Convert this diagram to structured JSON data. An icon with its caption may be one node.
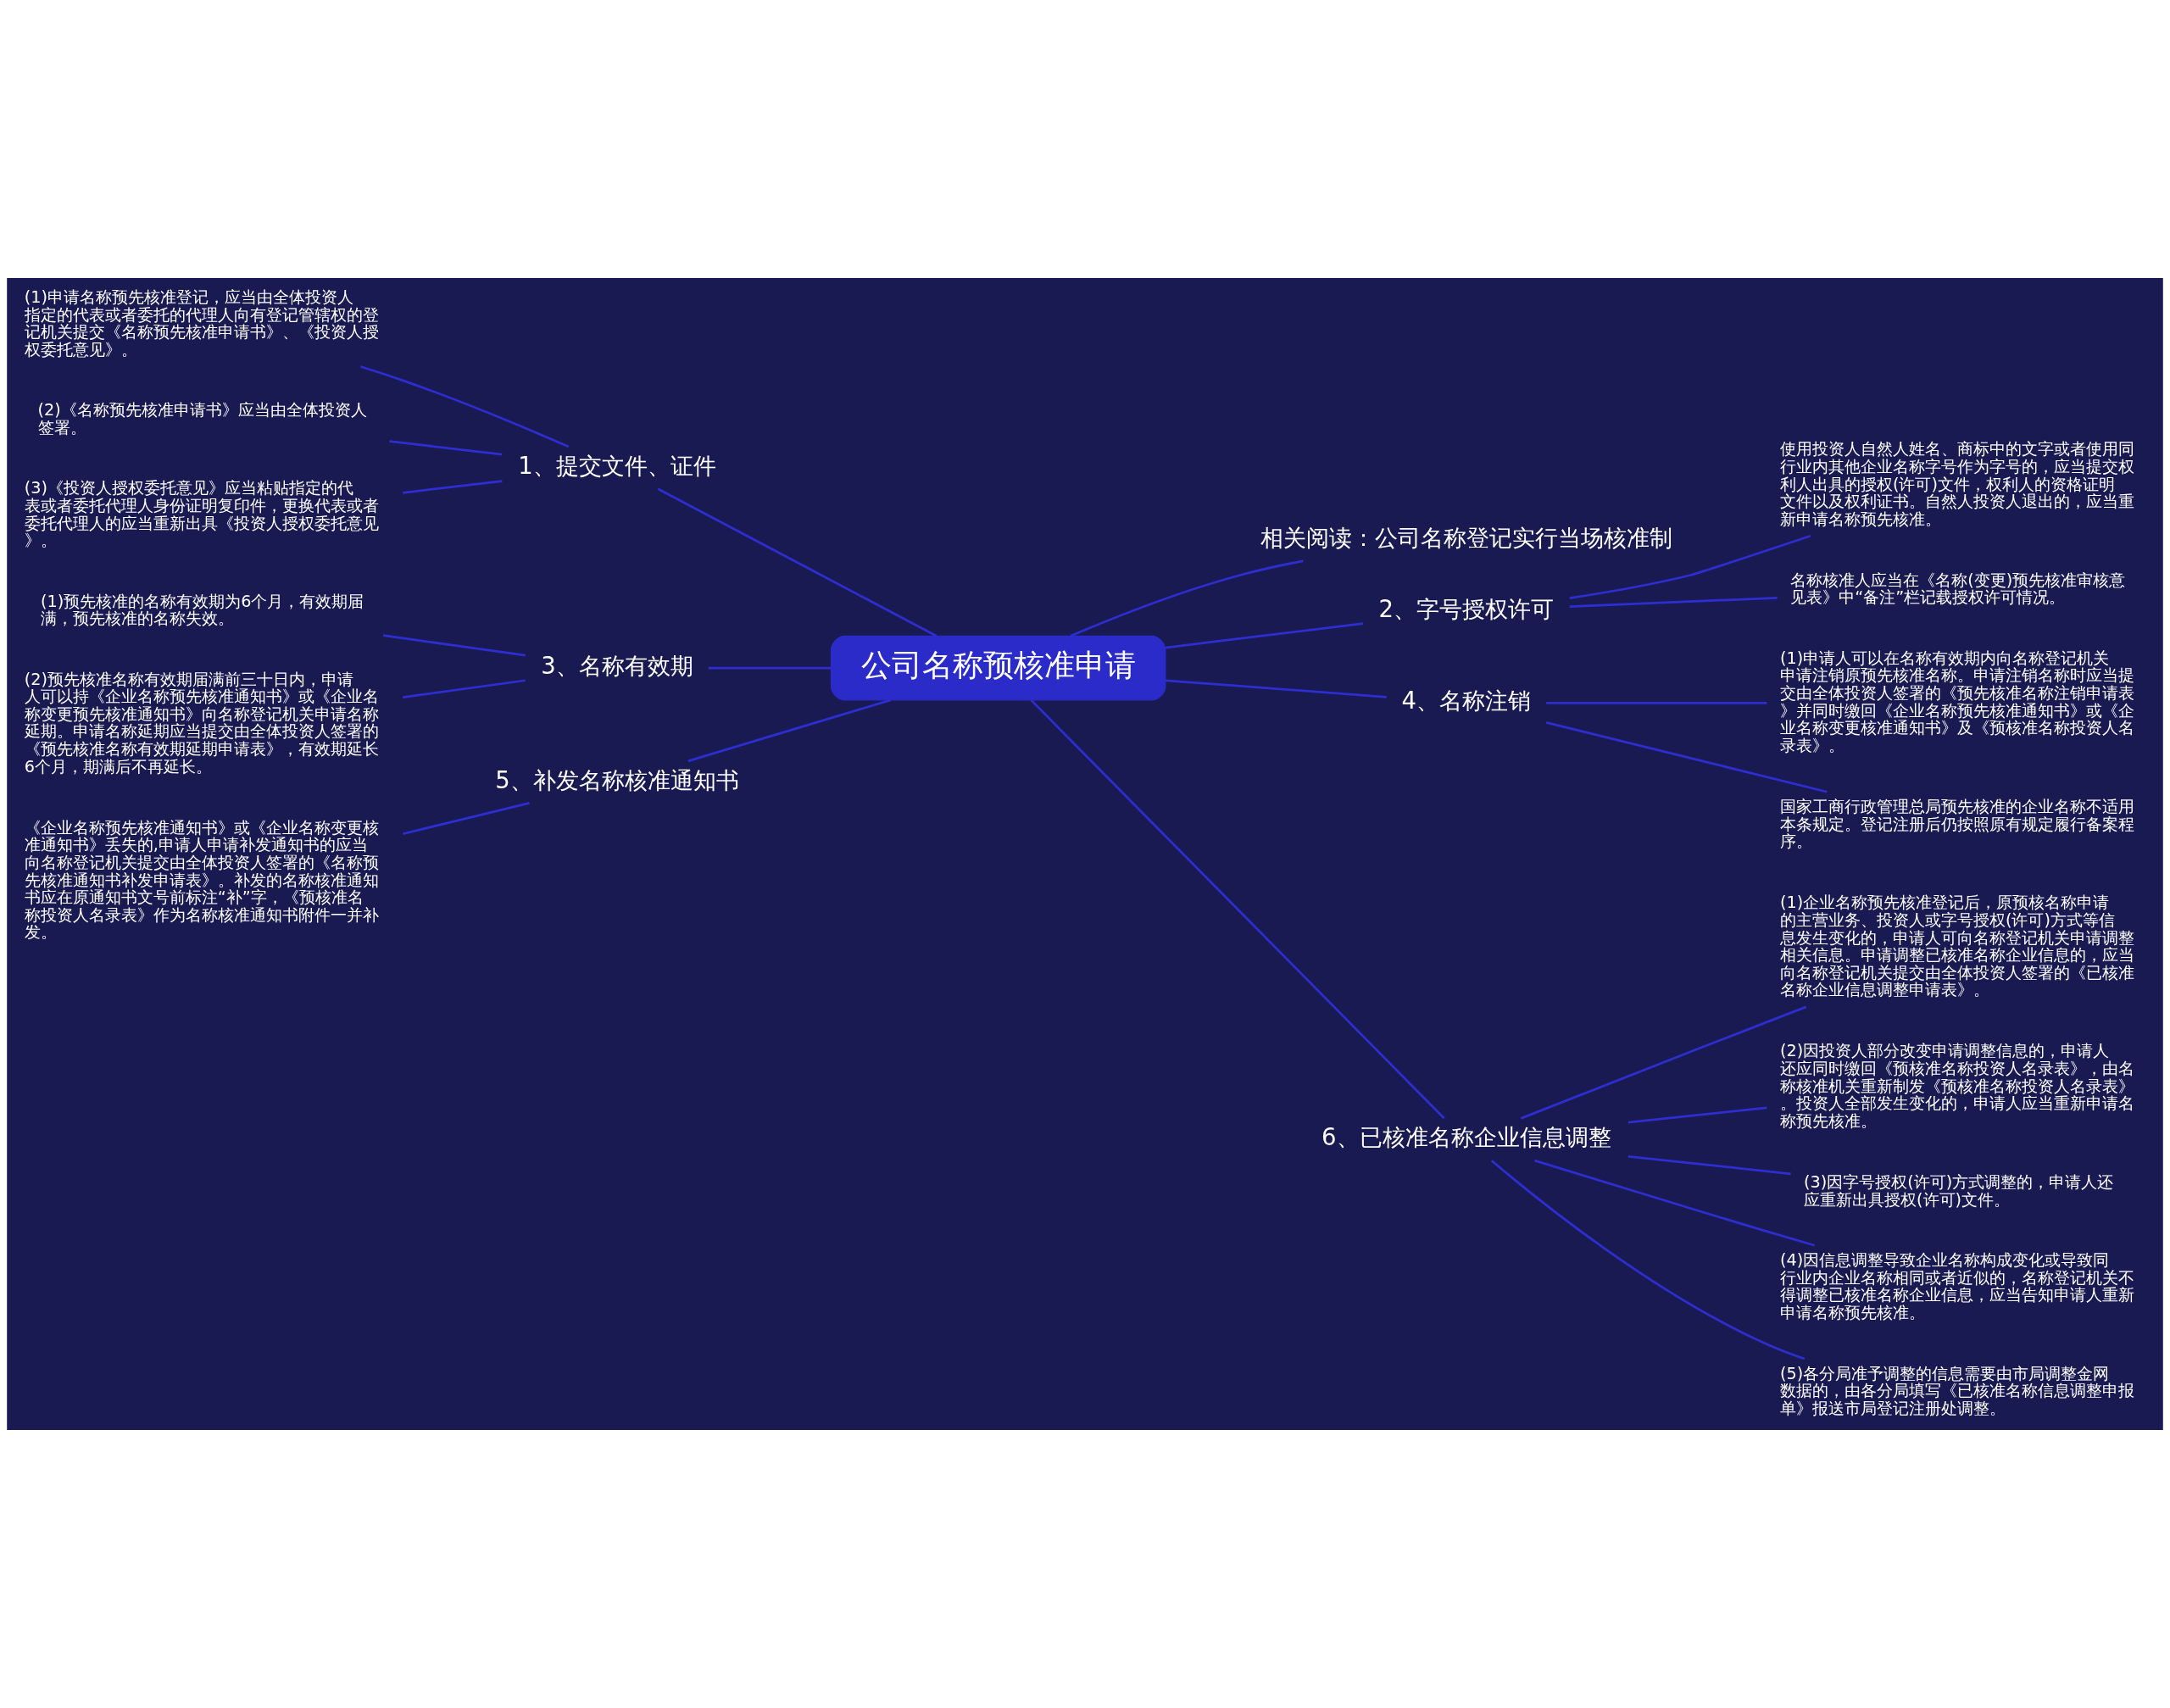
{
  "diagram": {
    "nodes": [
      {
        "text": [
          "公司名称预核准申请"
        ]
      },
      {
        "text": [
          "相关阅读：公司名称登记实行当场核准制"
        ]
      },
      {
        "text": [
          "1、提交文件、证件"
        ]
      },
      {
        "text": [
          "(1)申请名称预先核准登记，应当由全体投资人指定的代表或者委托的代理人向有登记管辖权的登记机关提交《名称预先核准申请书》、《投资人授权委托意见》。"
        ]
      },
      {
        "text": [
          "(2)《名称预先核准申请书》应当由全体投资人签署。"
        ]
      },
      {
        "text": [
          "(3)《投资人授权委托意见》应当粘贴指定的代表或者委托代理人身份证明复印件，更换代表或者委托代理人的应当重新出具《投资人授权委托意见》。"
        ]
      },
      {
        "text": [
          "2、字号授权许可"
        ]
      },
      {
        "text": [
          "使用投资人自然人姓名、商标中的文字或者使用同行业内其他企业名称字号作为字号的，应当提交权利人出具的授权(许可)文件，权利人的资格证明文件以及权利证书。自然人投资人退出的，应当重新申请名称预先核准。"
        ]
      },
      {
        "text": [
          "名称核准人应当在《名称(变更)预先核准审核意见表》中“备注”栏记载授权许可情况。"
        ]
      },
      {
        "text": [
          "3、名称有效期"
        ]
      },
      {
        "text": [
          "(1)预先核准的名称有效期为6个月，有效期届满，预先核准的名称失效。"
        ]
      },
      {
        "text": [
          "(2)预先核准名称有效期届满前三十日内，申请人可以持《企业名称预先核准通知书》或《企业名称变更预先核准通知书》向名称登记机关申请名称延期。申请名称延期应当提交由全体投资人签署的《预先核准名称有效期延期申请表》，有效期延长6个月，期满后不再延长。"
        ]
      },
      {
        "text": [
          "4、名称注销"
        ]
      },
      {
        "text": [
          "(1)申请人可以在名称有效期内向名称登记机关申请注销原预先核准名称。申请注销名称时应当提交由全体投资人签署的《预先核准名称注销申请表》并同时缴回《企业名称预先核准通知书》或《企业名称变更核准通知书》及《预核准名称投资人名录表》。"
        ]
      },
      {
        "text": [
          "国家工商行政管理总局预先核准的企业名称不适用本条规定。登记注册后仍按照原有规定履行备案程序。"
        ]
      },
      {
        "text": [
          "5、补发名称核准通知书"
        ]
      },
      {
        "text": [
          "《企业名称预先核准通知书》或《企业名称变更核准通知书》丢失的,申请人申请补发通知书的应当向名称登记机关提交由全体投资人签署的《名称预先核准通知书补发申请表》。补发的名称核准通知书应在原通知书文号前标注“补”字，《预核准名称投资人名录表》作为名称核准通知书附件一并补发。"
        ]
      },
      {
        "text": [
          "6、已核准名称企业信息调整"
        ]
      },
      {
        "text": [
          "(1)企业名称预先核准登记后，原预核名称申请的主营业务、投资人或字号授权(许可)方式等信息发生变化的，申请人可向名称登记机关申请调整相关信息。申请调整已核准名称企业信息的，应当向名称登记机关提交由全体投资人签署的《已核准名称企业信息调整申请表》。"
        ]
      },
      {
        "text": [
          "(2)因投资人部分改变申请调整信息的，申请人还应同时缴回《预核准名称投资人名录表》，由名称核准机关重新制发《预核准名称投资人名录表》。投资人全部发生变化的，申请人应当重新申请名称预先核准。"
        ]
      },
      {
        "text": [
          "(3)因字号授权(许可)方式调整的，申请人还应重新出具授权(许可)文件。"
        ]
      },
      {
        "text": [
          "(4)因信息调整导致企业名称构成变化或导致同行业内企业名称相同或者近似的，名称登记机关不得调整已核准名称企业信息，应当告知申请人重新申请名称预先核准。"
        ]
      },
      {
        "text": [
          "(5)各分局准予调整的信息需要由市局调整金网数据的，由各分局填写《已核准名称信息调整申报单》报送市局登记注册处调整。"
        ]
      }
    ],
    "edges": [
      {
        "from": 0,
        "to": 1,
        "arrow": "none"
      },
      {
        "from": 0,
        "to": 2,
        "arrow": "none"
      },
      {
        "from": 2,
        "to": 3,
        "arrow": "none"
      },
      {
        "from": 2,
        "to": 4,
        "arrow": "none"
      },
      {
        "from": 2,
        "to": 5,
        "arrow": "none"
      },
      {
        "from": 0,
        "to": 6,
        "arrow": "none"
      },
      {
        "from": 6,
        "to": 7,
        "arrow": "none"
      },
      {
        "from": 6,
        "to": 8,
        "arrow": "none"
      },
      {
        "from": 0,
        "to": 9,
        "arrow": "none"
      },
      {
        "from": 9,
        "to": 10,
        "arrow": "none"
      },
      {
        "from": 9,
        "to": 11,
        "arrow": "none"
      },
      {
        "from": 0,
        "to": 12,
        "arrow": "none"
      },
      {
        "from": 12,
        "to": 13,
        "arrow": "none"
      },
      {
        "from": 12,
        "to": 14,
        "arrow": "none"
      },
      {
        "from": 0,
        "to": 15,
        "arrow": "none"
      },
      {
        "from": 15,
        "to": 16,
        "arrow": "none"
      },
      {
        "from": 0,
        "to": 17,
        "arrow": "none"
      },
      {
        "from": 17,
        "to": 18,
        "arrow": "none"
      },
      {
        "from": 17,
        "to": 19,
        "arrow": "none"
      },
      {
        "from": 17,
        "to": 20,
        "arrow": "none"
      },
      {
        "from": 17,
        "to": 21,
        "arrow": "none"
      },
      {
        "from": 17,
        "to": 22,
        "arrow": "none"
      }
    ]
  }
}
